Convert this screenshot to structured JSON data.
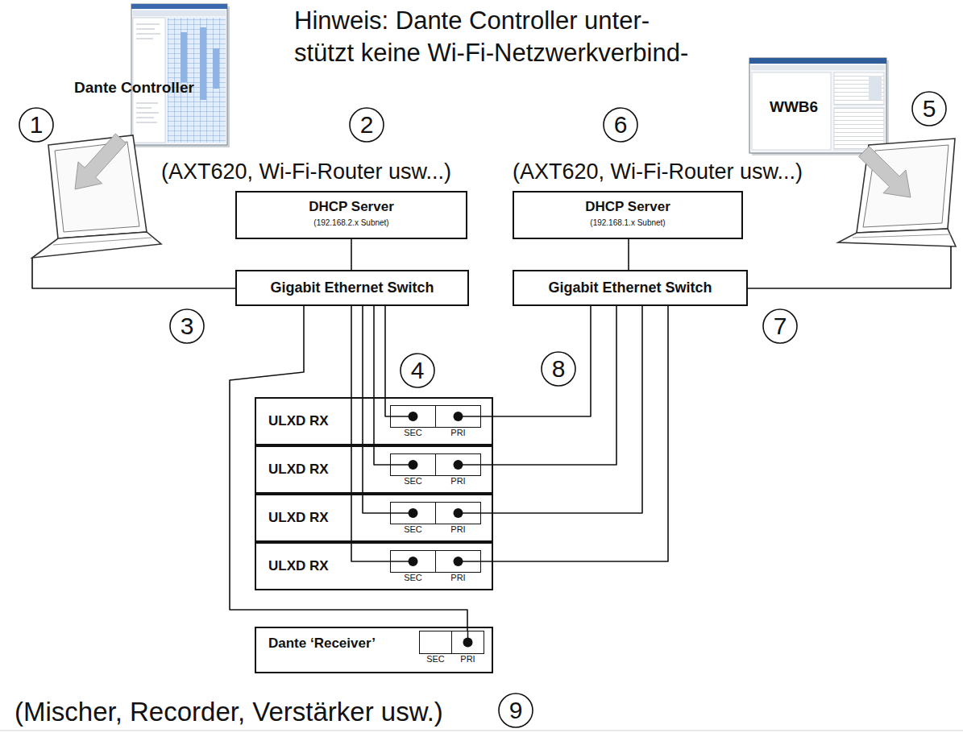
{
  "diagram": {
    "nodes": [
      {
        "text": [
          "Dante Controller"
        ]
      },
      {
        "text": [
          "DHCP Server",
          "(192.168.2.x Subnet)"
        ]
      },
      {
        "text": [
          "DHCP Server",
          "(192.168.1.x Subnet)"
        ]
      },
      {
        "text": [
          "WWB6"
        ]
      },
      {
        "text": [
          "Gigabit Ethernet Switch"
        ]
      },
      {
        "text": [
          "Gigabit Ethernet Switch"
        ]
      },
      {
        "text": [
          "ULXD RX"
        ]
      },
      {
        "text": [
          "SEC"
        ],
        "in": 6
      },
      {
        "text": [
          "PRI"
        ],
        "in": 6
      },
      {
        "text": [
          "ULXD RX"
        ]
      },
      {
        "text": [
          "SEC"
        ],
        "in": 9
      },
      {
        "text": [
          "PRI"
        ],
        "in": 9
      },
      {
        "text": [
          "ULXD RX"
        ]
      },
      {
        "text": [
          "SEC"
        ],
        "in": 12
      },
      {
        "text": [
          "PRI"
        ],
        "in": 12
      },
      {
        "text": [
          "ULXD RX"
        ]
      },
      {
        "text": [
          "SEC"
        ],
        "in": 15
      },
      {
        "text": [
          "PRI"
        ],
        "in": 15
      },
      {
        "text": [
          "Dante ‘Receiver’"
        ]
      },
      {
        "text": [
          "SEC"
        ],
        "in": 18
      },
      {
        "text": [
          "PRI"
        ],
        "in": 18
      }
    ],
    "edges": [
      {
        "from": 0,
        "to": 4,
        "arrow": "none"
      },
      {
        "from": 1,
        "to": 4,
        "arrow": "none"
      },
      {
        "from": 2,
        "to": 5,
        "arrow": "none"
      },
      {
        "from": 3,
        "to": 5,
        "arrow": "none"
      },
      {
        "from": 4,
        "to": 7,
        "arrow": "none"
      },
      {
        "from": 4,
        "to": 10,
        "arrow": "none"
      },
      {
        "from": 4,
        "to": 13,
        "arrow": "none"
      },
      {
        "from": 4,
        "to": 16,
        "arrow": "none"
      },
      {
        "from": 5,
        "to": 8,
        "arrow": "none"
      },
      {
        "from": 5,
        "to": 11,
        "arrow": "none"
      },
      {
        "from": 5,
        "to": 14,
        "arrow": "none"
      },
      {
        "from": 5,
        "to": 17,
        "arrow": "none"
      },
      {
        "from": 4,
        "to": 20,
        "arrow": "none"
      }
    ],
    "labels": [
      "Hinweis: Dante Controller unter- stützt keine Wi-Fi-Netzwerkverbind-",
      "1",
      "2",
      "6",
      "5",
      "(AXT620, Wi-Fi-Router usw...)",
      "(AXT620, Wi-Fi-Router usw...)",
      "3",
      "7",
      "4",
      "8",
      "(Mischer, Recorder, Verstärker usw.)",
      "9"
    ]
  }
}
